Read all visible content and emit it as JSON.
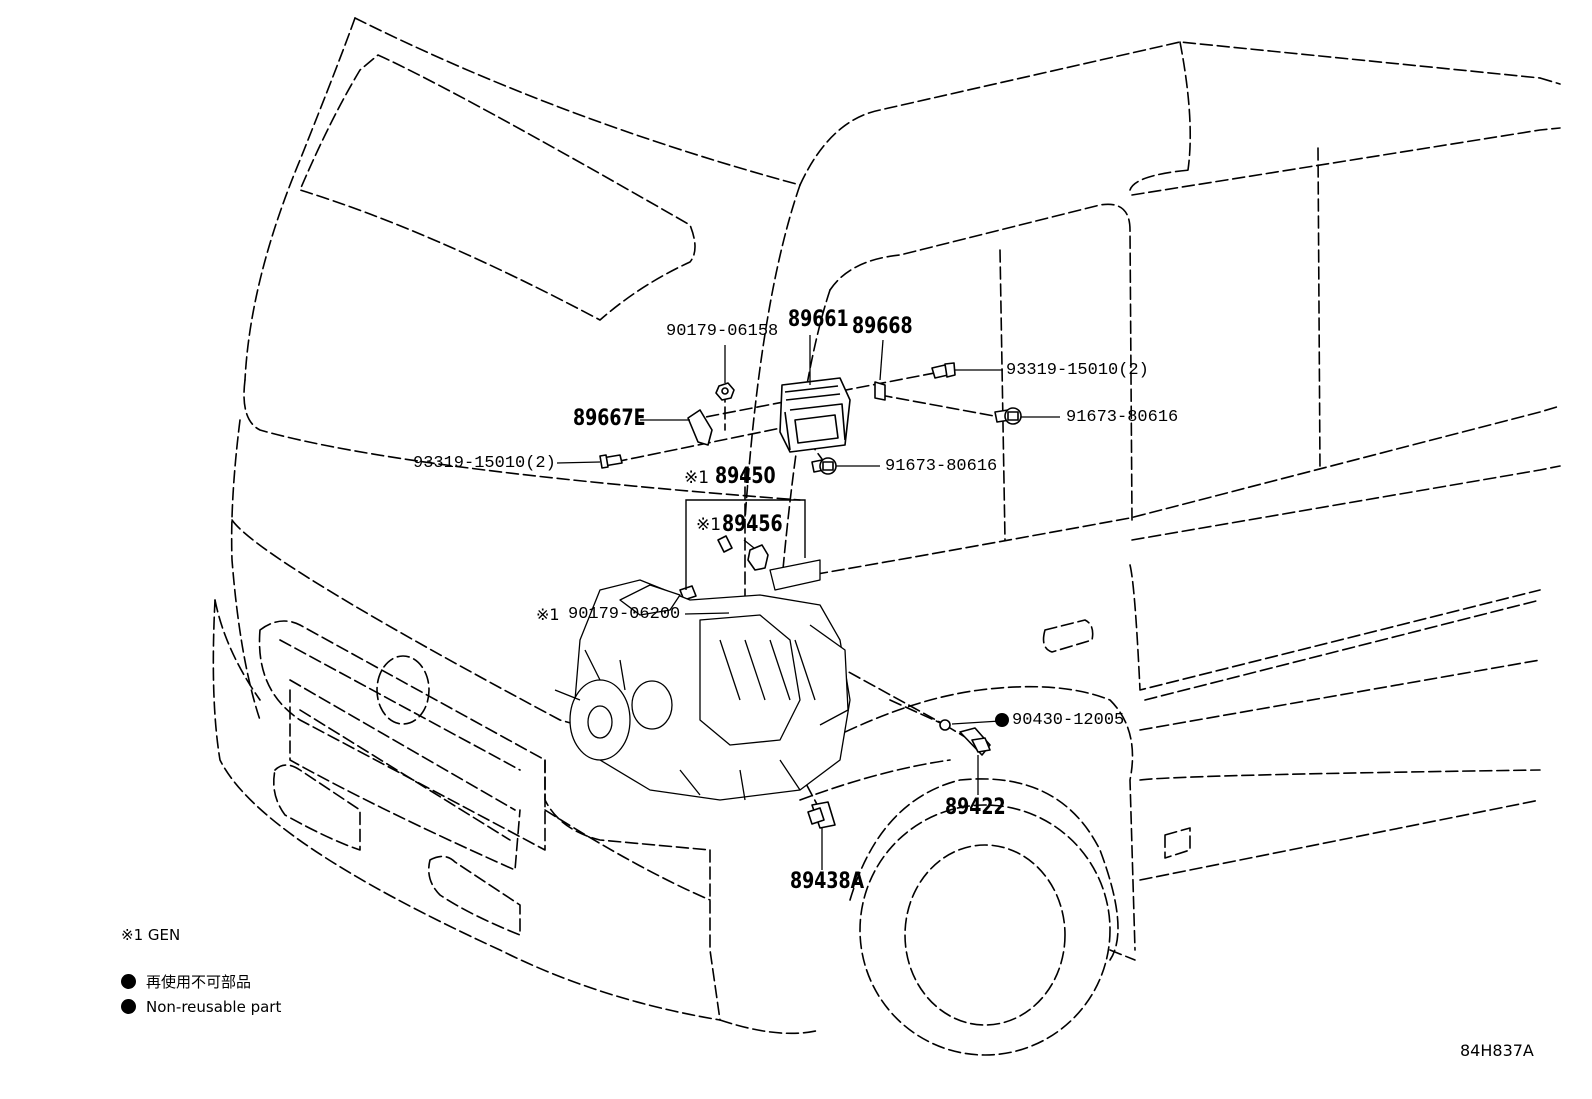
{
  "labels": {
    "p89661": "89661",
    "p89668": "89668",
    "p90179_06158": "90179-06158",
    "p93319_right": "93319-15010(2)",
    "p91673_right": "91673-80616",
    "p89667E": "89667E",
    "p93319_left": "93319-15010(2)",
    "p91673_mid": "91673-80616",
    "p89450": "89450",
    "p89456": "89456",
    "p90179_06200": "90179-06200",
    "p90430": "90430-12005",
    "p89422": "89422",
    "p89438A": "89438A",
    "ref_mark": "※1",
    "ref_mark_b": "※1",
    "ref_mark_c": "※1"
  },
  "legend": {
    "gen_note": "※1 GEN",
    "non_reusable_jp": "再使用不可部品",
    "non_reusable_en": "Non-reusable part"
  },
  "diagram_code": "84H837A",
  "colors": {
    "ink": "#000000",
    "paper": "#ffffff"
  }
}
